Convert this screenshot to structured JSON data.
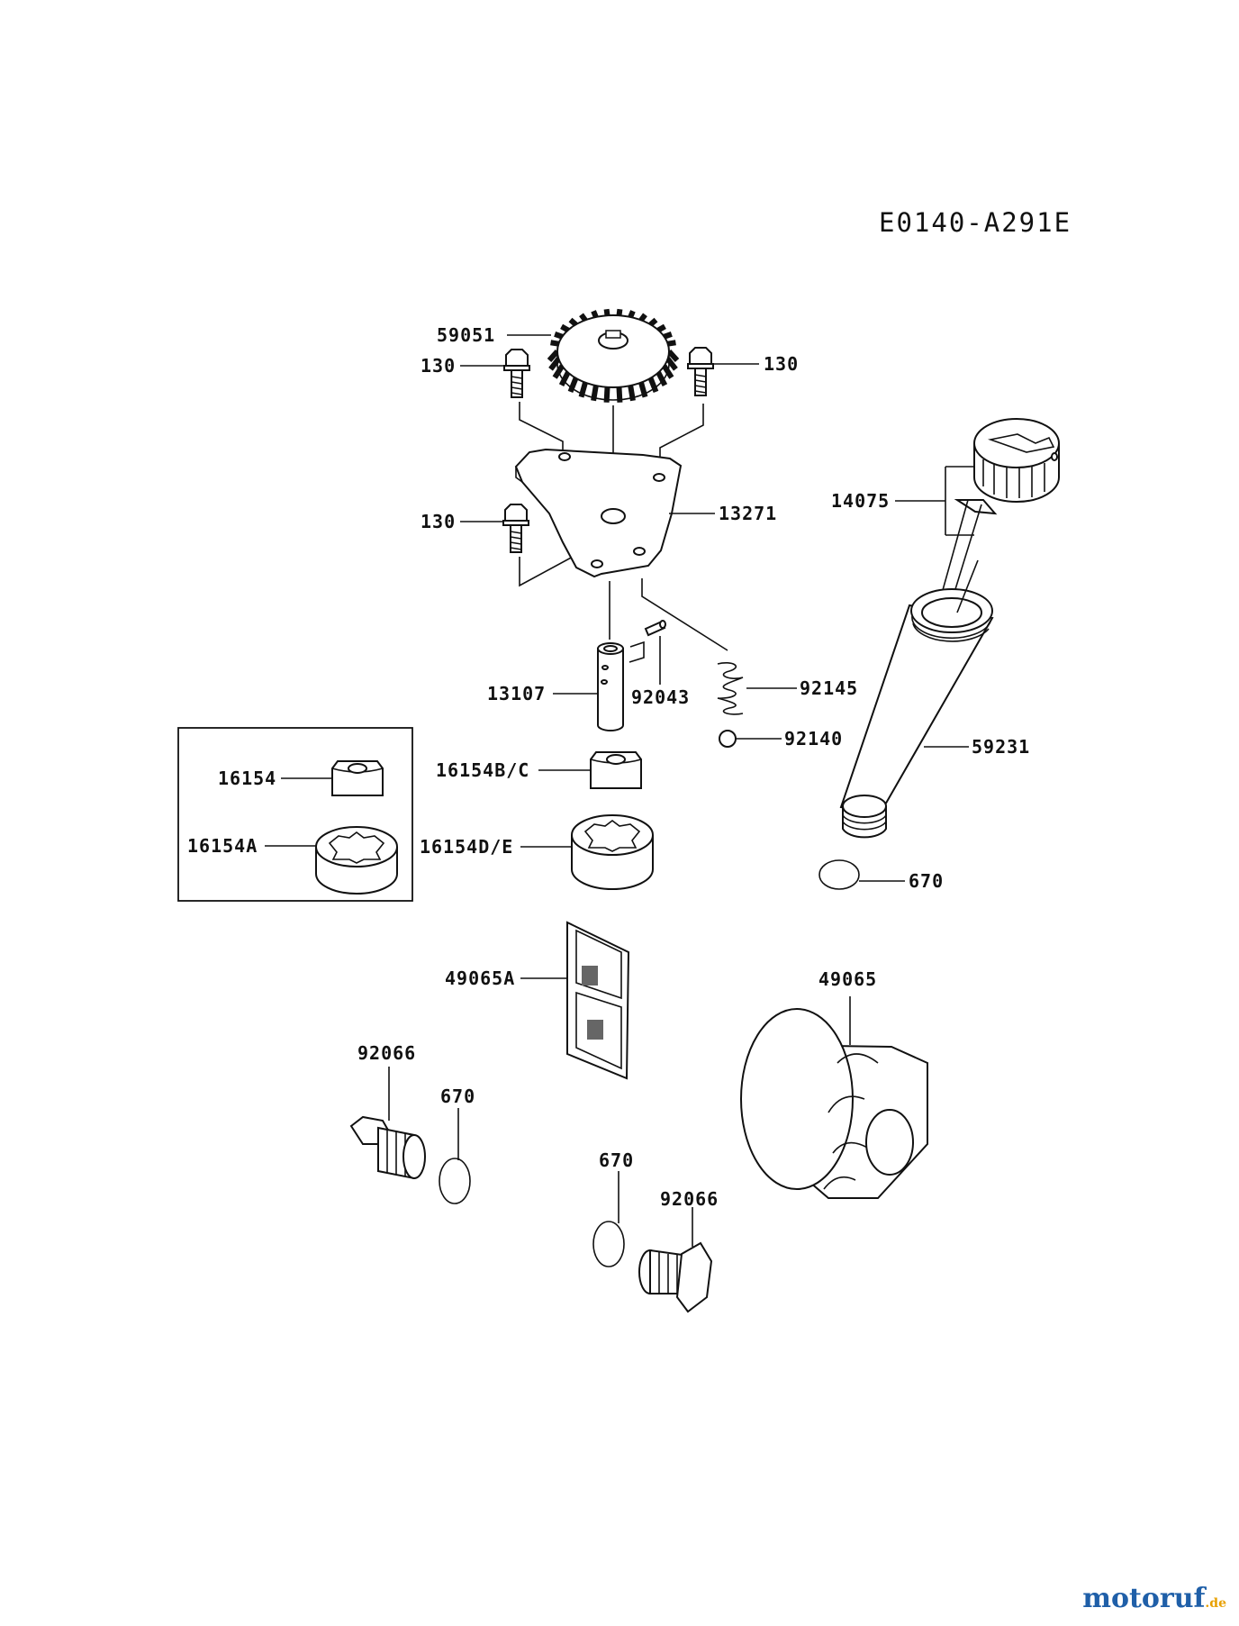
{
  "diagram_code": "E0140-A291E",
  "brand": {
    "name": "motoruf",
    "tld": ".de",
    "color_main": "#1f5fa8",
    "color_accent": "#e8a000"
  },
  "labels": {
    "gear": "59051",
    "bolt_left_top": "130",
    "bolt_right_top": "130",
    "bolt_left_mid": "130",
    "plate": "13271",
    "shaft": "13107",
    "pin": "92043",
    "spring": "92145",
    "ball": "92140",
    "inner_rotor_box": "16154",
    "outer_rotor_box": "16154A",
    "inner_rotor": "16154B/C",
    "outer_rotor": "16154D/E",
    "dipstick_cap": "14075",
    "filler_tube": "59231",
    "oring_tube": "670",
    "strainer": "49065A",
    "oil_filter": "49065",
    "drain_plug_left": "92066",
    "oring_left": "670",
    "oring_right": "670",
    "drain_plug_right": "92066"
  }
}
